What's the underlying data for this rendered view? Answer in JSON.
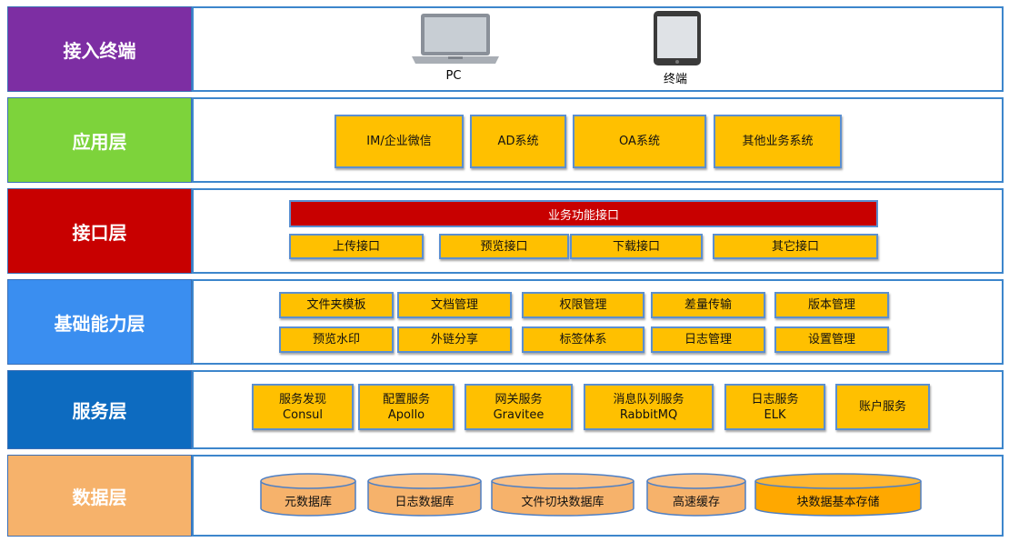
{
  "colors": {
    "terminal": "#7d2ea3",
    "application": "#7dd33b",
    "interface": "#c80000",
    "capability": "#3a8ef0",
    "service": "#0d6bc0",
    "data": "#f6b26b",
    "box_fill": "#ffc000",
    "cylinder_fill": "#f6b26b",
    "cylinder_fill_large": "#ffa800"
  },
  "layers": {
    "terminal": {
      "label": "接入终端",
      "devices": [
        {
          "icon": "laptop-icon",
          "label": "PC"
        },
        {
          "icon": "tablet-icon",
          "label": "终端"
        }
      ]
    },
    "application": {
      "label": "应用层",
      "items": [
        "IM/企业微信",
        "AD系统",
        "OA系统",
        "其他业务系统"
      ]
    },
    "interface": {
      "label": "接口层",
      "banner": "业务功能接口",
      "items": [
        "上传接口",
        "预览接口",
        "下载接口",
        "其它接口"
      ]
    },
    "capability": {
      "label": "基础能力层",
      "row1": [
        "文件夹模板",
        "文档管理",
        "权限管理",
        "差量传输",
        "版本管理"
      ],
      "row2": [
        "预览水印",
        "外链分享",
        "标签体系",
        "日志管理",
        "设置管理"
      ]
    },
    "service": {
      "label": "服务层",
      "items": [
        {
          "name": "服务发现",
          "tech": "Consul"
        },
        {
          "name": "配置服务",
          "tech": "Apollo"
        },
        {
          "name": "网关服务",
          "tech": "Gravitee"
        },
        {
          "name": "消息队列服务",
          "tech": "RabbitMQ"
        },
        {
          "name": "日志服务",
          "tech": "ELK"
        },
        {
          "name": "账户服务",
          "tech": ""
        }
      ]
    },
    "data": {
      "label": "数据层",
      "items": [
        "元数据库",
        "日志数据库",
        "文件切块数据库",
        "高速缓存",
        "块数据基本存储"
      ]
    }
  }
}
